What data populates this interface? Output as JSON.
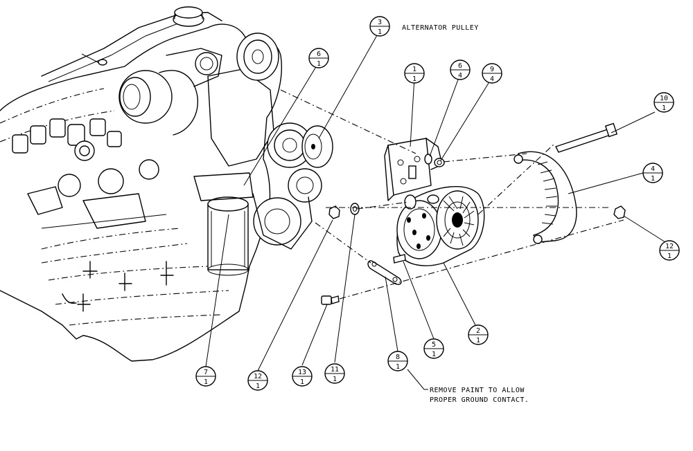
{
  "balloons": [
    {
      "id": "b3",
      "item": "3",
      "qty": "1"
    },
    {
      "id": "b6a",
      "item": "6",
      "qty": "1"
    },
    {
      "id": "b1",
      "item": "1",
      "qty": "1"
    },
    {
      "id": "b6b",
      "item": "6",
      "qty": "4"
    },
    {
      "id": "b9",
      "item": "9",
      "qty": "4"
    },
    {
      "id": "b10",
      "item": "10",
      "qty": "1"
    },
    {
      "id": "b4",
      "item": "4",
      "qty": "1"
    },
    {
      "id": "b12a",
      "item": "12",
      "qty": "1"
    },
    {
      "id": "b2",
      "item": "2",
      "qty": "1"
    },
    {
      "id": "b5",
      "item": "5",
      "qty": "1"
    },
    {
      "id": "b8",
      "item": "8",
      "qty": "1"
    },
    {
      "id": "b11",
      "item": "11",
      "qty": "1"
    },
    {
      "id": "b13",
      "item": "13",
      "qty": "1"
    },
    {
      "id": "b12b",
      "item": "12",
      "qty": "1"
    },
    {
      "id": "b7",
      "item": "7",
      "qty": "1"
    }
  ],
  "notes": {
    "alternator_pulley": "ALTERNATOR PULLEY",
    "ground_line1": "REMOVE PAINT TO ALLOW",
    "ground_line2": "PROPER GROUND CONTACT."
  }
}
